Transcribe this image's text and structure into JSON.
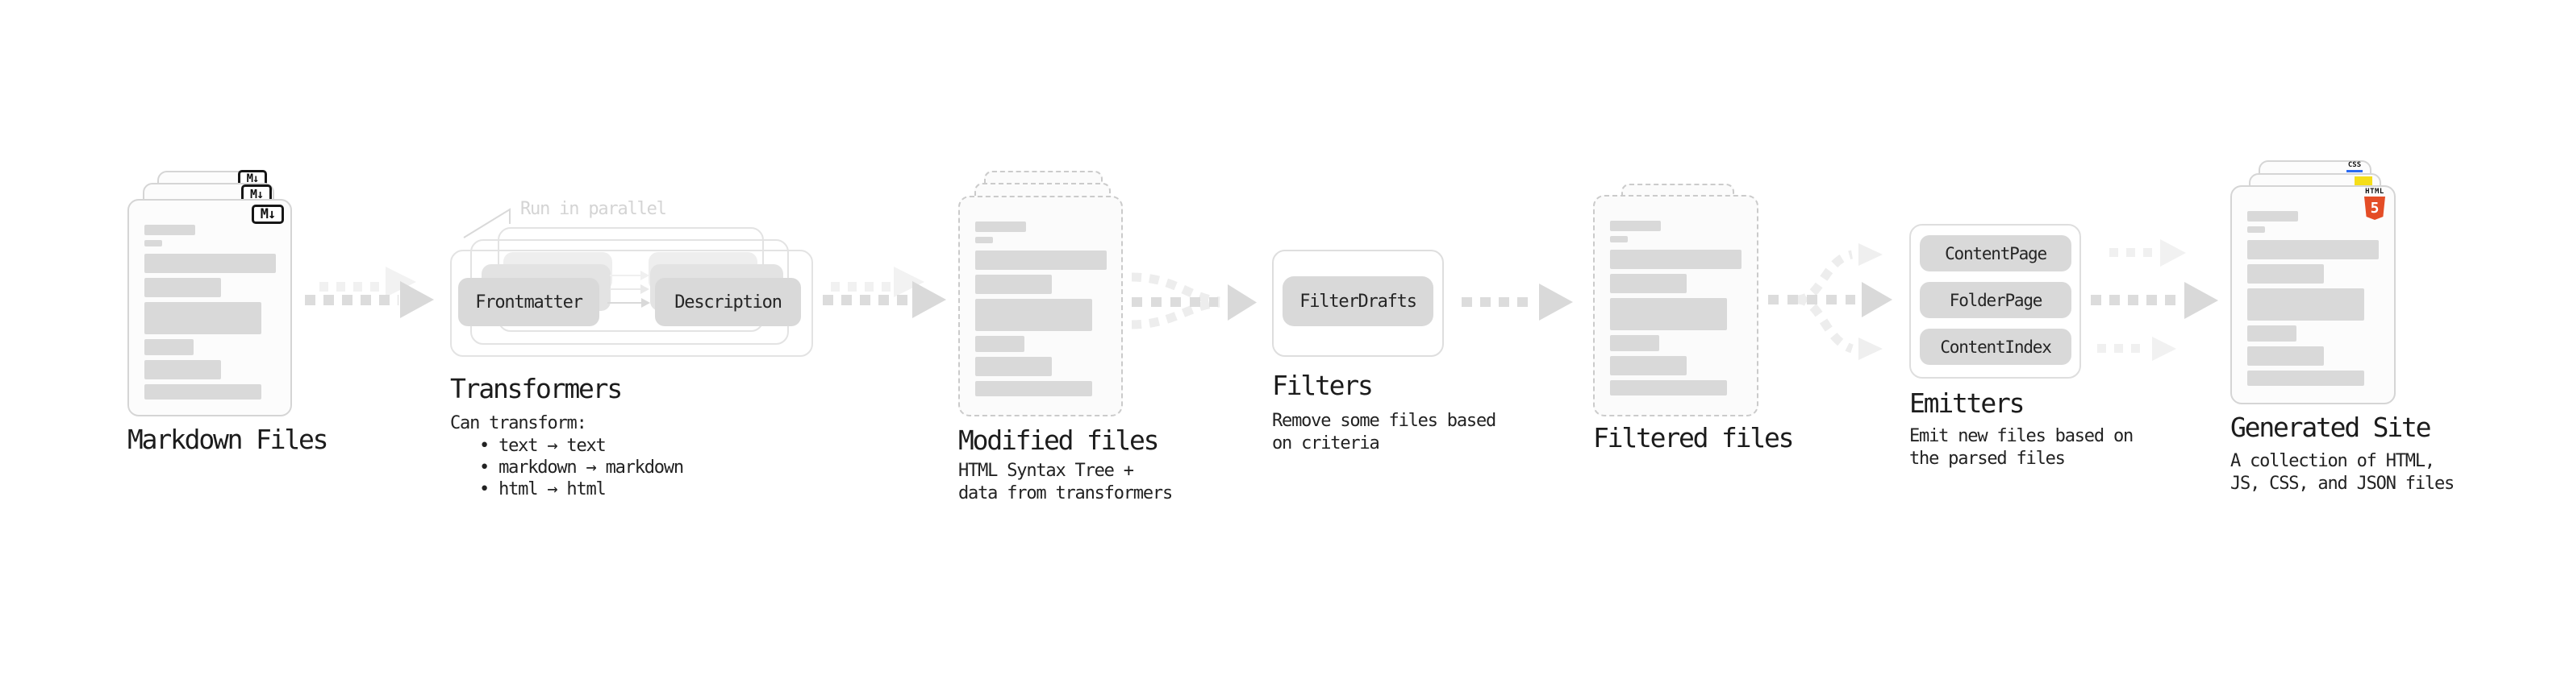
{
  "stages": {
    "markdown_files": {
      "label": "Markdown Files",
      "badge": "M↓"
    },
    "transformers": {
      "annotation": "Run in parallel",
      "pill_left": "Frontmatter",
      "pill_right": "Description",
      "label": "Transformers",
      "description_heading": "Can transform:",
      "bullets": [
        "• text → text",
        "• markdown → markdown",
        "• html → html"
      ]
    },
    "modified_files": {
      "label": "Modified files",
      "description_line1": "HTML Syntax Tree +",
      "description_line2": "data from transformers"
    },
    "filters": {
      "pill": "FilterDrafts",
      "label": "Filters",
      "description_line1": "Remove some files based",
      "description_line2": "on criteria"
    },
    "filtered_files": {
      "label": "Filtered files"
    },
    "emitters": {
      "pills": [
        "ContentPage",
        "FolderPage",
        "ContentIndex"
      ],
      "label": "Emitters",
      "description_line1": "Emit new files based on",
      "description_line2": "the parsed files"
    },
    "generated_site": {
      "label": "Generated Site",
      "description_line1": "A collection of HTML,",
      "description_line2": "JS, CSS, and JSON files",
      "css_badge": "CSS",
      "html5_word": "HTML",
      "html5_number": "5"
    }
  },
  "colors": {
    "doc_fill": "#fcfcfc",
    "doc_border": "#d5d5d5",
    "bar_gray": "#d9d9d9",
    "arrow_gray": "#dcdcdc",
    "arrow_ghost": "#f1f1f1",
    "annotation_gray": "#d4d4d4",
    "css_blue": "#2b6bf3",
    "js_yellow": "#f5de19",
    "html5_orange": "#e44d26"
  }
}
